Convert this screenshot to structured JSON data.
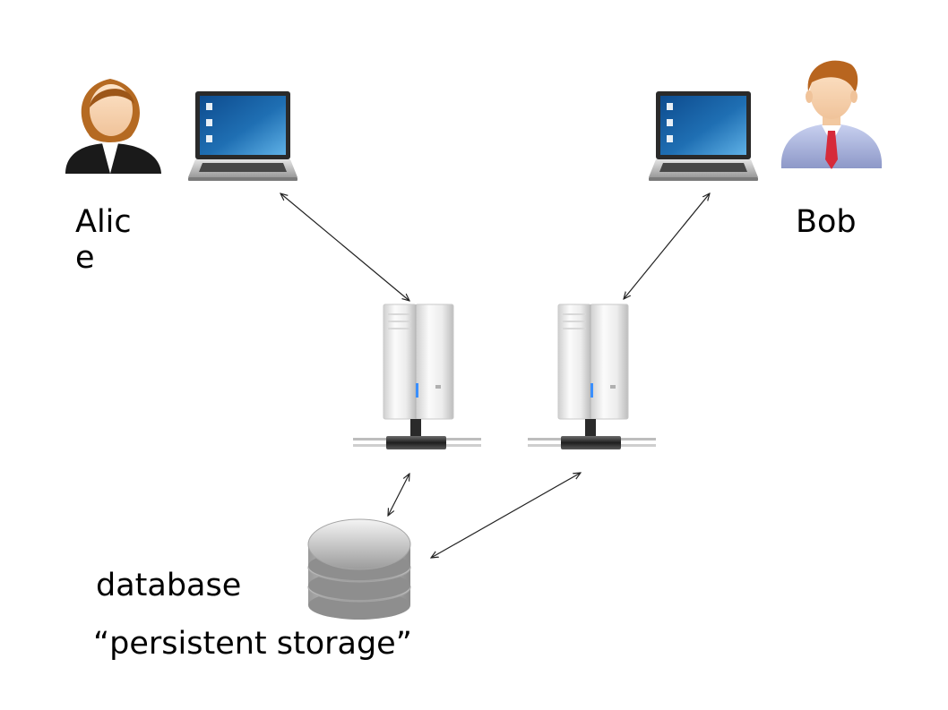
{
  "labels": {
    "alice": "Alice",
    "bob": "Bob",
    "database": "database",
    "persistent_storage": "“persistent storage”"
  },
  "icons": {
    "alice": "woman-user-icon",
    "bob": "man-user-icon",
    "laptops": "laptop-icon",
    "servers": "server-tower-icon",
    "database": "database-icon"
  },
  "colors": {
    "text": "#000000",
    "arrow": "#222222",
    "tie": "#d62a3a",
    "laptop_screen": "#1f6fb3",
    "server_led": "#3a8fff"
  }
}
